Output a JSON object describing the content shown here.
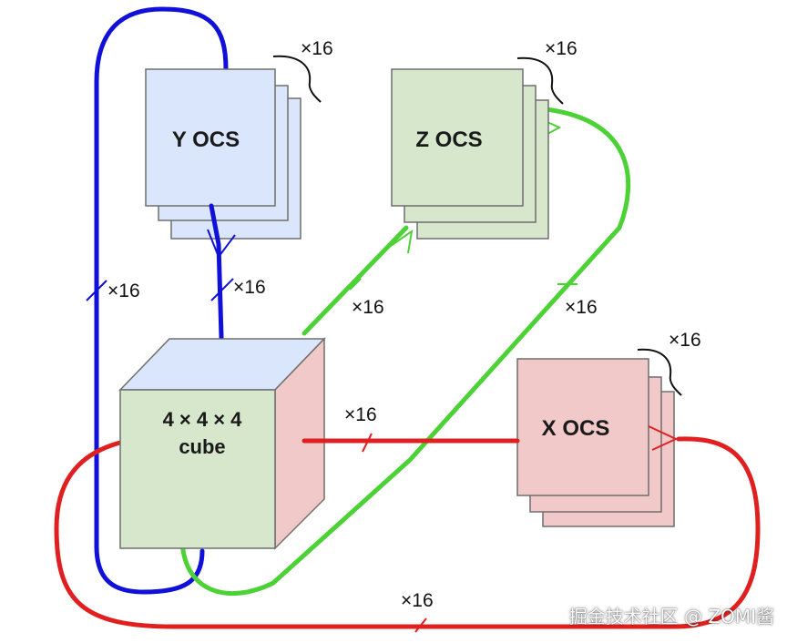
{
  "colors": {
    "y_line": "#1010d8",
    "z_line": "#4cd236",
    "x_line": "#e02020",
    "y_ocs_fill": "#dae6fb",
    "z_ocs_fill": "#d6e7cc",
    "x_ocs_fill": "#f2c9c9",
    "cube_front": "#d6e7cc",
    "cube_top": "#dae6fb",
    "cube_side": "#f2c9c9",
    "box_stroke": "#6e6e6e"
  },
  "nodes": {
    "y_ocs": "Y OCS",
    "z_ocs": "Z OCS",
    "x_ocs": "X OCS",
    "cube_line1": "4 × 4 × 4",
    "cube_line2": "cube"
  },
  "multiplicity": {
    "y_stack": "×16",
    "z_stack": "×16",
    "x_stack": "×16",
    "y_loop": "×16",
    "y_link": "×16",
    "z_link_left": "×16",
    "z_link_right": "×16",
    "x_link": "×16",
    "x_loop": "×16"
  },
  "watermark": "掘金技术社区 @ ZOMI酱"
}
